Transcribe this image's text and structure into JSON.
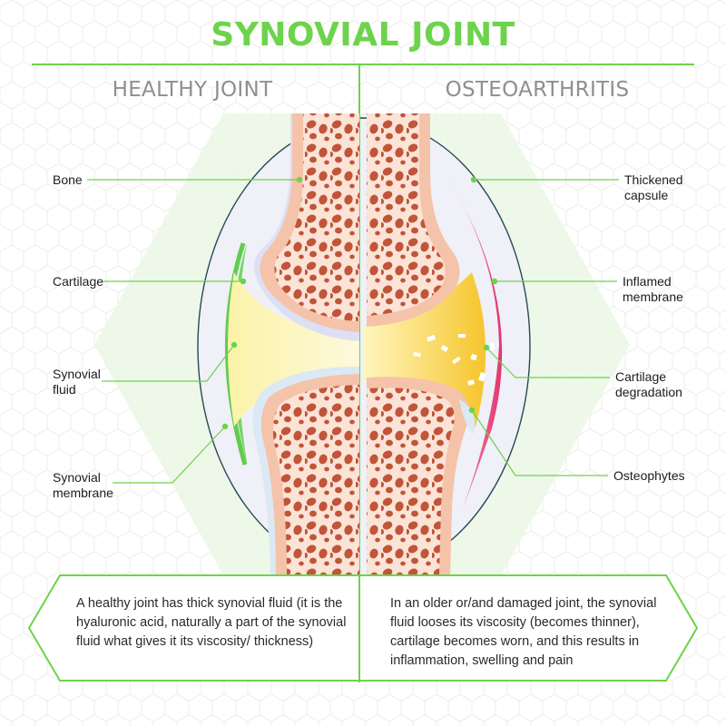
{
  "title": "SYNOVIAL JOINT",
  "headers": {
    "left": "HEALTHY JOINT",
    "right": "OSTEOARTHRITIS"
  },
  "labels_left": {
    "bone": "Bone",
    "cartilage": "Cartilage",
    "synovial_fluid_1": "Synovial",
    "synovial_fluid_2": "fluid",
    "synovial_membrane_1": "Synovial",
    "synovial_membrane_2": "membrane"
  },
  "labels_right": {
    "thickened_capsule_1": "Thickened",
    "thickened_capsule_2": "capsule",
    "inflamed_membrane_1": "Inflamed",
    "inflamed_membrane_2": "membrane",
    "cartilage_degradation_1": "Cartilage",
    "cartilage_degradation_2": "degradation",
    "osteophytes": "Osteophytes"
  },
  "descriptions": {
    "left": "A healthy joint has thick synovial fluid (it is the hyaluronic acid, naturally a part of the synovial fluid what gives it its viscosity/ thickness)",
    "right": "In an older or/and damaged joint, the synovial fluid looses its viscosity (becomes thinner), cartilage becomes worn, and this results in inflammation, swelling and pain"
  },
  "colors": {
    "accent_green": "#6dd34c",
    "bone_outer": "#f5c3a9",
    "bone_inner": "#fbe3d6",
    "pore": "#c0553a",
    "fluid_yellow": "#fbf08a",
    "inflamed_pink": "#e8457a",
    "cartilage_blue": "#d8dcf2"
  }
}
